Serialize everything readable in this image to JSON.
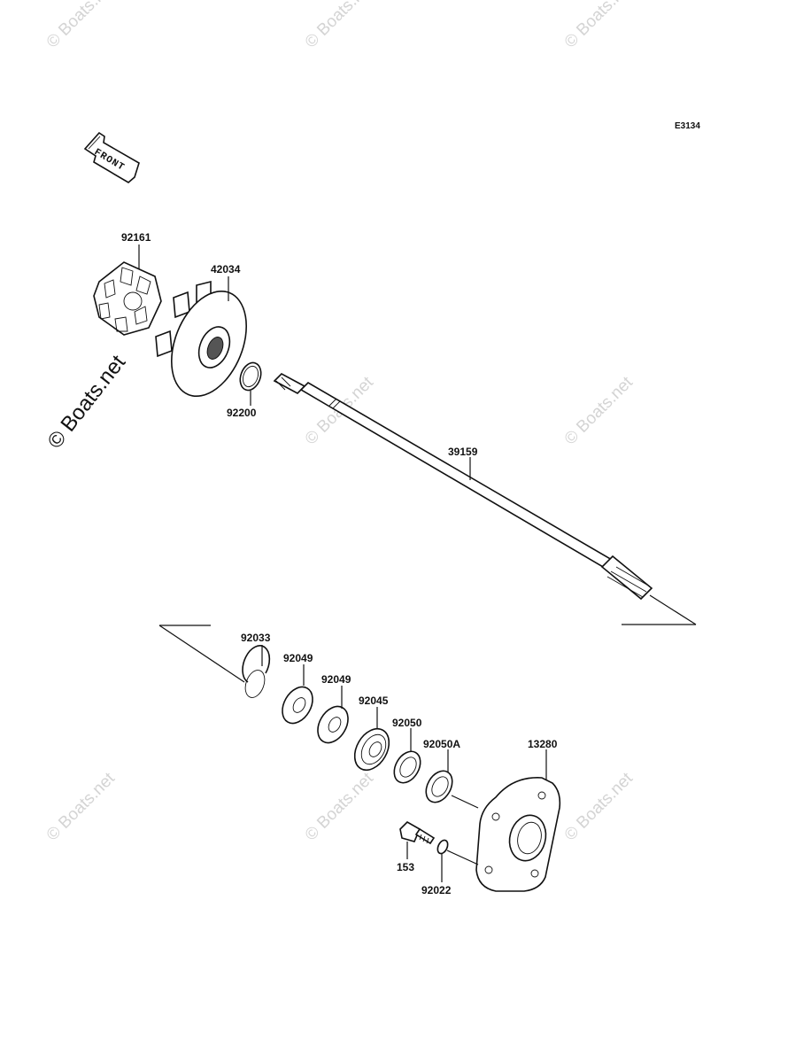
{
  "diagram_code": "E3134",
  "front_label": "FRONT",
  "watermark": "© Boats.net",
  "parts": [
    {
      "number": "92161"
    },
    {
      "number": "42034"
    },
    {
      "number": "92200"
    },
    {
      "number": "39159"
    },
    {
      "number": "92033"
    },
    {
      "number": "92049"
    },
    {
      "number": "92049"
    },
    {
      "number": "92045"
    },
    {
      "number": "92050"
    },
    {
      "number": "92050A"
    },
    {
      "number": "13280"
    },
    {
      "number": "153"
    },
    {
      "number": "92022"
    }
  ]
}
